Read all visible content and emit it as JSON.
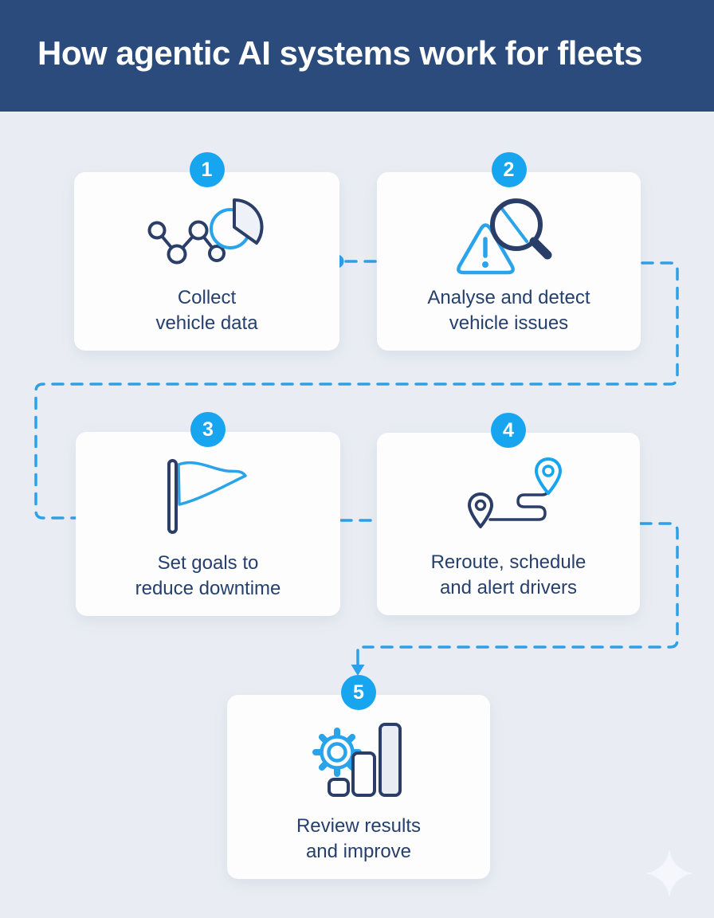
{
  "header": {
    "title": "How agentic AI systems work for fleets"
  },
  "steps": [
    {
      "number": "1",
      "lines": [
        "Collect",
        "vehicle data"
      ],
      "icon": "vehicle-data-chart-icon"
    },
    {
      "number": "2",
      "lines": [
        "Analyse and detect",
        "vehicle issues"
      ],
      "icon": "warning-magnifier-icon"
    },
    {
      "number": "3",
      "lines": [
        "Set goals to",
        "reduce downtime"
      ],
      "icon": "goal-flag-icon"
    },
    {
      "number": "4",
      "lines": [
        "Reroute, schedule",
        "and alert drivers"
      ],
      "icon": "route-pins-icon"
    },
    {
      "number": "5",
      "lines": [
        "Review results",
        "and improve"
      ],
      "icon": "gear-bar-chart-icon"
    }
  ],
  "decorations": {
    "connectors": "dashed cyan flow lines linking step 1 → 2 → 3 → 4 → 5, ending in a down arrow above step 5",
    "sparkle": "sparkle-icon"
  },
  "colors": {
    "header_bg": "#2a4b7c",
    "page_bg": "#e9edf3",
    "card_bg": "#fdfdfe",
    "badge_blue": "#18a5f0",
    "connector_cyan": "#2ea0e8",
    "icon_cyan": "#29a3ea",
    "icon_navy": "#2b3e68",
    "label_navy": "#26406d",
    "title_white": "#ffffff"
  }
}
